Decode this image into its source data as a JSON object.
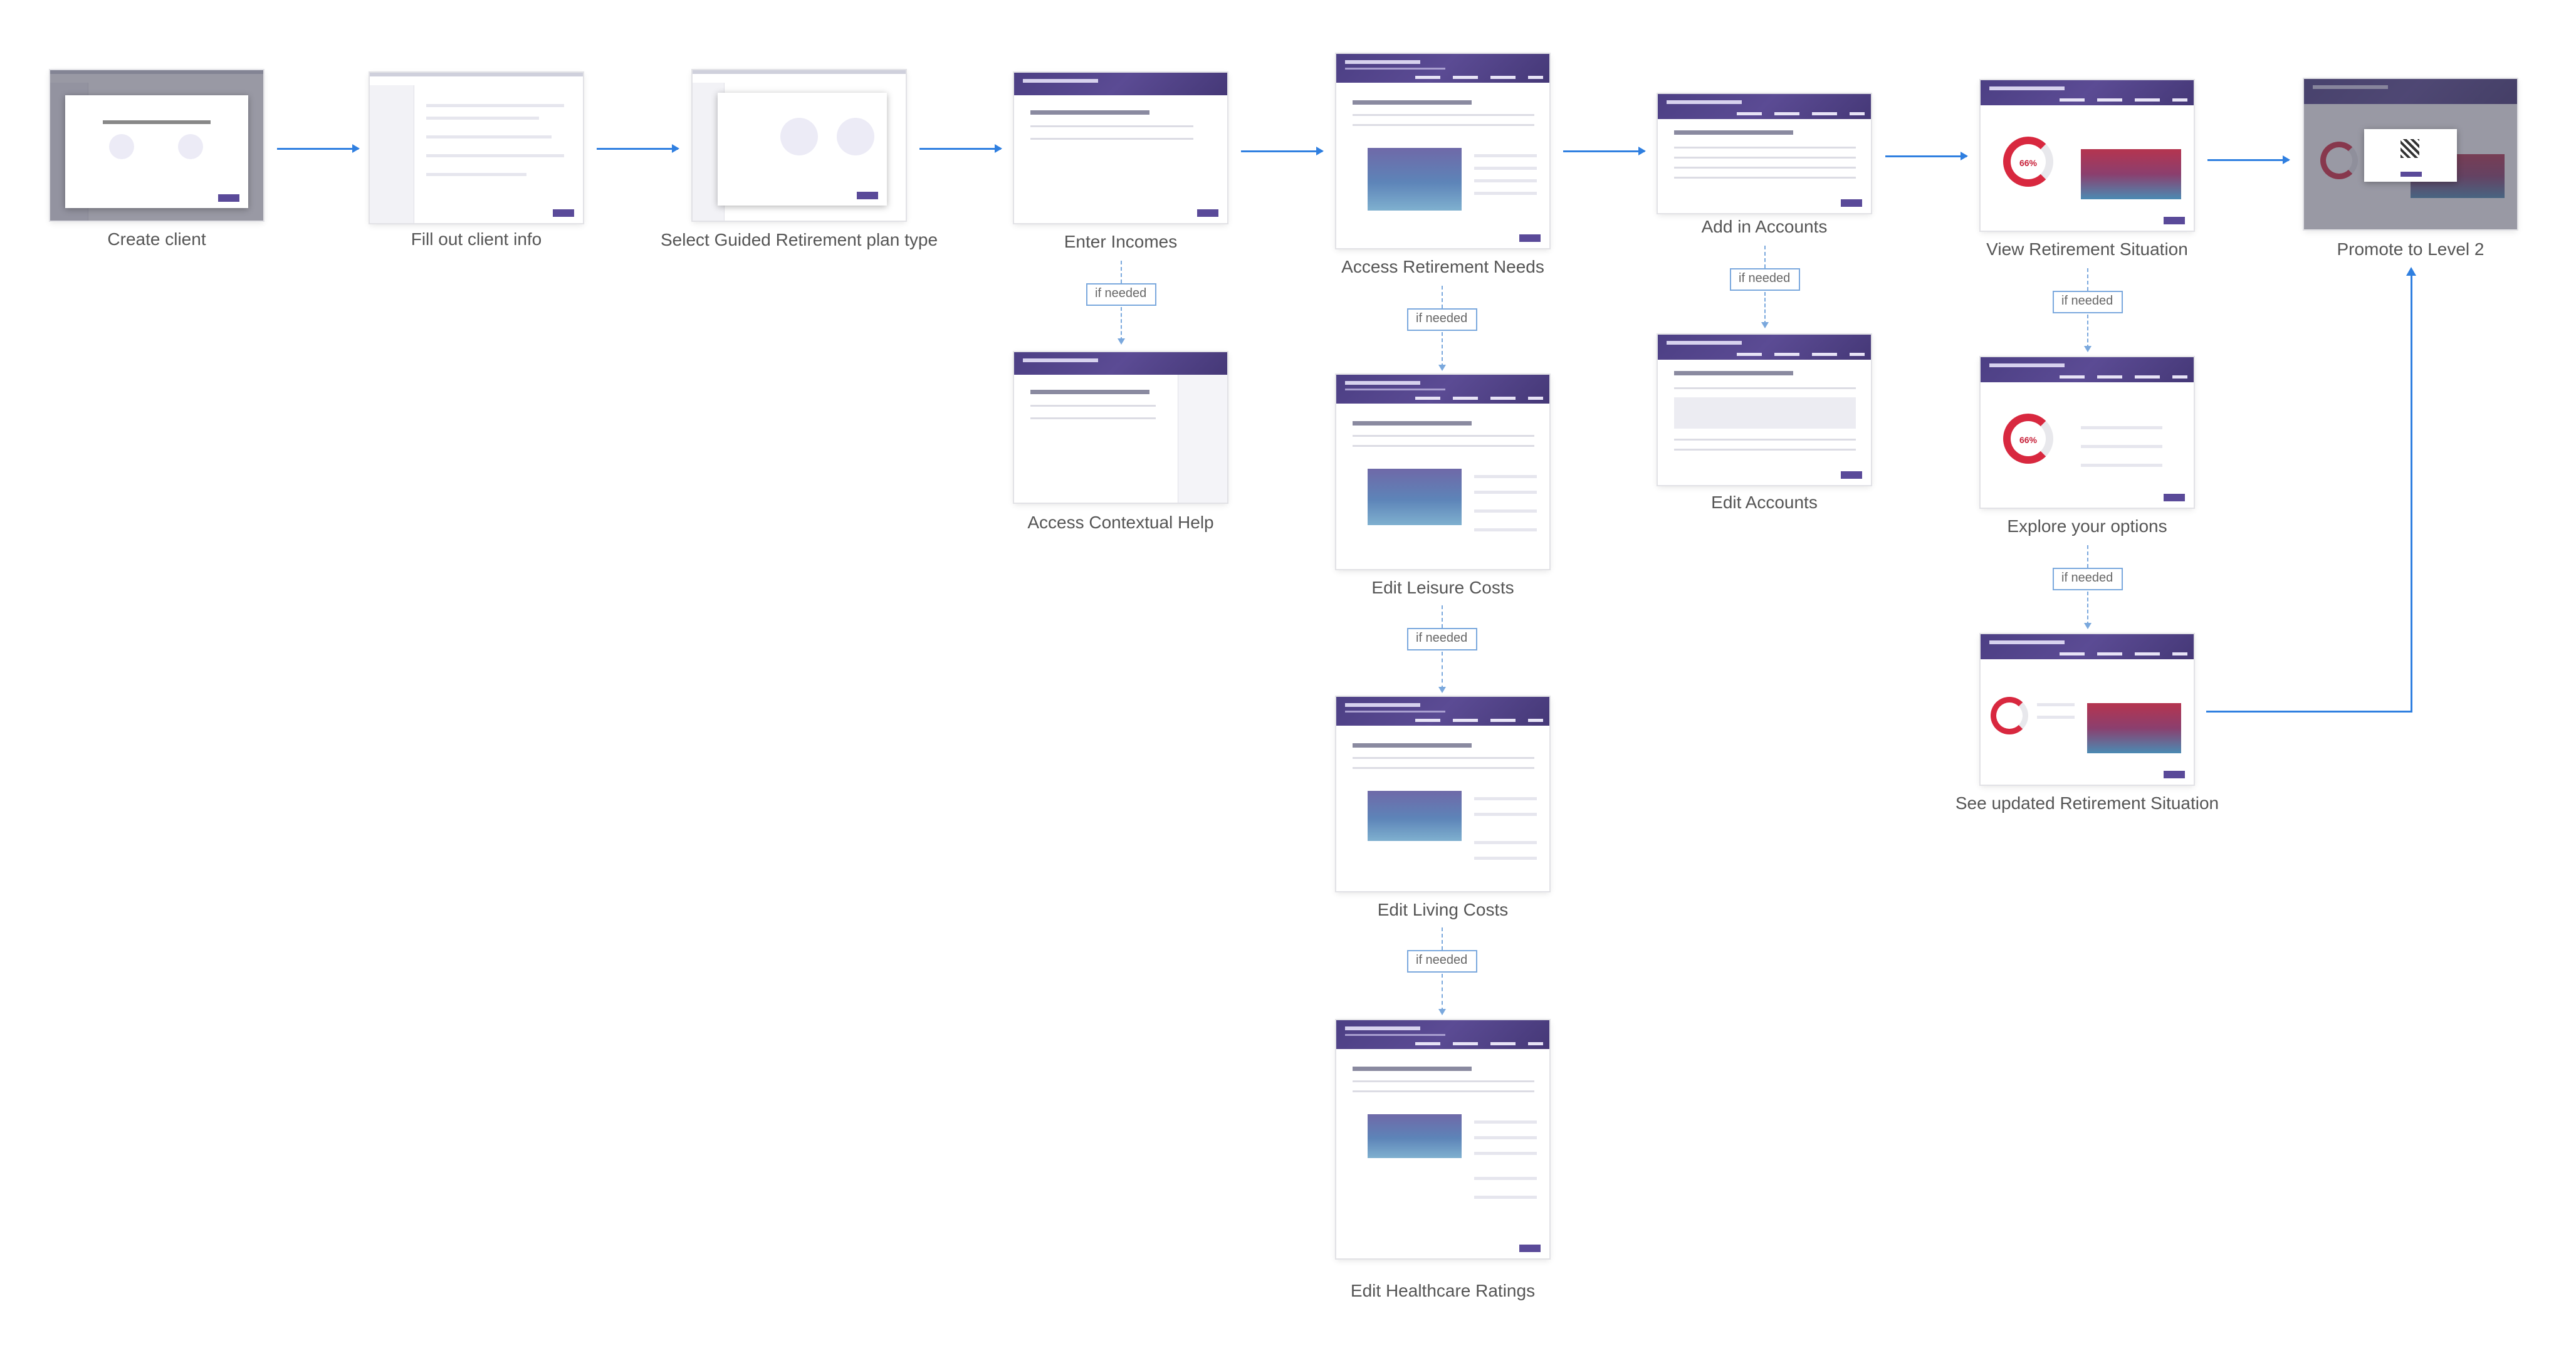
{
  "steps": {
    "create_client": "Create client",
    "fill_client_info": "Fill out client info",
    "select_plan_type": "Select Guided Retirement plan type",
    "enter_incomes": "Enter Incomes",
    "contextual_help": "Access Contextual Help",
    "retirement_needs": "Access Retirement Needs",
    "leisure_costs": "Edit Leisure Costs",
    "living_costs": "Edit Living Costs",
    "healthcare_ratings": "Edit Healthcare Ratings",
    "add_accounts": "Add in Accounts",
    "edit_accounts": "Edit Accounts",
    "view_situation": "View Retirement Situation",
    "explore_options": "Explore your options",
    "updated_situation": "See updated Retirement Situation",
    "promote": "Promote to Level 2"
  },
  "conditional_label": "if needed",
  "donut_value": "66%",
  "colors": {
    "arrow": "#2f7fe0",
    "dashed": "#7aa8dd",
    "brand": "#4c3f84"
  }
}
